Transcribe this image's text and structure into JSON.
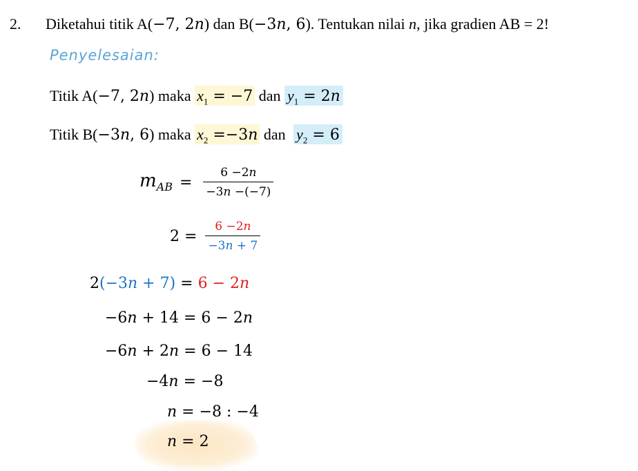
{
  "problem": {
    "number": "2.",
    "text_1": "Diketahui titik A(",
    "a_coord": "−7, 2𝑛",
    "text_2": ") dan B(",
    "b_coord": "−3𝑛, 6",
    "text_3": "). Tentukan nilai ",
    "var": "n",
    "text_4": ", jika gradien AB = 2!"
  },
  "solution_heading": "Penyelesaian:",
  "line1": {
    "prefix": "Titik  A(",
    "coord": "−7, 2𝑛",
    "mid": ") maka ",
    "x_var": "x",
    "x_sub": "1",
    "x_val": " = −7",
    "dan": " dan ",
    "y_var": "y",
    "y_sub": "1",
    "y_val": " = 2𝑛"
  },
  "line2": {
    "prefix": "Titik  B(",
    "coord": "−3𝑛, 6",
    "mid": ") maka ",
    "x_var": "x",
    "x_sub": "2",
    "x_val": " =−3𝑛",
    "dan": " dan ",
    "y_var": "y",
    "y_sub": "2",
    "y_val": " = 6"
  },
  "eq1": {
    "lhs_var": "𝑚",
    "lhs_sub": "𝐴𝐵",
    "equals": "=",
    "num": "6 −2𝑛",
    "den": "−3𝑛 −(−7)"
  },
  "eq2": {
    "lhs": "2 =",
    "num": "6 −2𝑛",
    "den": "−3𝑛 + 7"
  },
  "eq3": {
    "a": "2",
    "b": "(−3𝑛 + 7)",
    "c": " = ",
    "d": "6  − 2𝑛"
  },
  "eq4": "−6𝑛 + 14 = 6  − 2𝑛",
  "eq5": "−6𝑛 + 2𝑛 = 6  − 14",
  "eq6": "−4𝑛 = −8",
  "eq7": "𝑛 = −8 : −4",
  "eq8": "𝑛 = 2",
  "colors": {
    "red": "#e02020",
    "blue": "#1a73c8",
    "heading": "#5aa3d6",
    "yellow_highlight": "#fdf7d6",
    "blue_highlight": "#d4eef9"
  }
}
